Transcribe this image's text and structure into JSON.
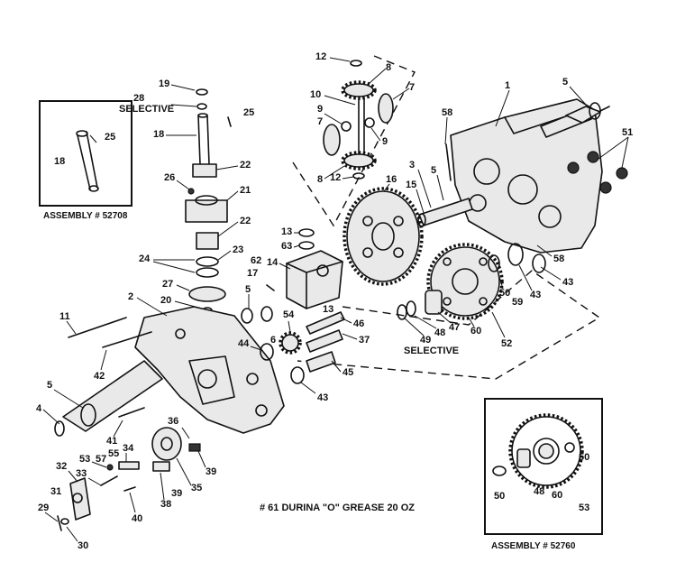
{
  "diagram": {
    "notes": {
      "grease": "# 61 DURINA \"O\" GREASE 20 OZ",
      "selective_upper": "SELECTIVE",
      "selective_lower": "SELECTIVE"
    },
    "insets": {
      "left": {
        "caption": "ASSEMBLY # 52708"
      },
      "right": {
        "caption": "ASSEMBLY # 52760"
      }
    },
    "callouts": [
      "1",
      "2",
      "3",
      "4",
      "5",
      "5",
      "5",
      "5",
      "5",
      "6",
      "7",
      "7",
      "8",
      "8",
      "9",
      "9",
      "10",
      "11",
      "12",
      "12",
      "13",
      "13",
      "14",
      "15",
      "16",
      "17",
      "18",
      "18",
      "19",
      "20",
      "21",
      "22",
      "22",
      "23",
      "24",
      "25",
      "25",
      "26",
      "27",
      "28",
      "29",
      "30",
      "31",
      "32",
      "33",
      "34",
      "35",
      "36",
      "37",
      "38",
      "39",
      "39",
      "40",
      "41",
      "42",
      "43",
      "43",
      "43",
      "44",
      "45",
      "46",
      "47",
      "47",
      "48",
      "48",
      "49",
      "50",
      "50",
      "51",
      "52",
      "52",
      "53",
      "54",
      "55",
      "57",
      "58",
      "58",
      "59",
      "60",
      "60",
      "62",
      "63"
    ]
  }
}
